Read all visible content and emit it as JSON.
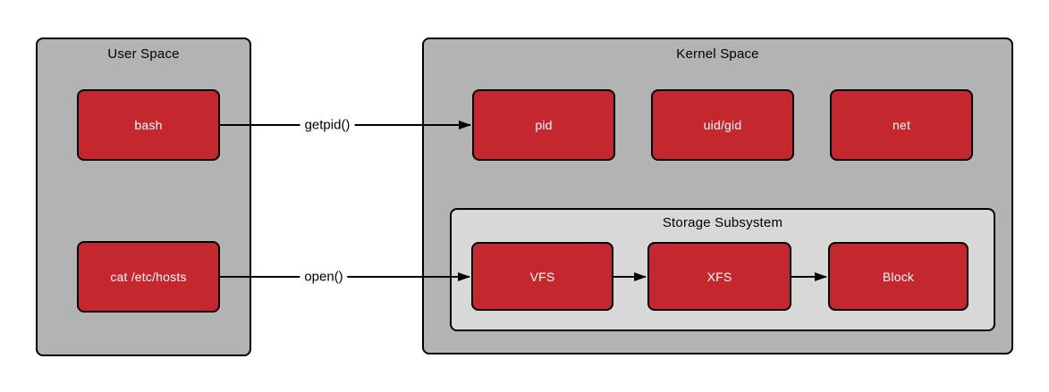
{
  "diagram": {
    "user_space": {
      "title": "User Space",
      "nodes": [
        {
          "label": "bash"
        },
        {
          "label": "cat /etc/hosts"
        }
      ]
    },
    "kernel_space": {
      "title": "Kernel Space",
      "nodes": [
        {
          "label": "pid"
        },
        {
          "label": "uid/gid"
        },
        {
          "label": "net"
        }
      ],
      "storage_subsystem": {
        "title": "Storage Subsystem",
        "nodes": [
          {
            "label": "VFS"
          },
          {
            "label": "XFS"
          },
          {
            "label": "Block"
          }
        ]
      }
    },
    "edges": [
      {
        "from": "bash",
        "to": "pid",
        "label": "getpid()"
      },
      {
        "from": "cat /etc/hosts",
        "to": "VFS",
        "label": "open()"
      },
      {
        "from": "VFS",
        "to": "XFS",
        "label": ""
      },
      {
        "from": "XFS",
        "to": "Block",
        "label": ""
      }
    ],
    "colors": {
      "node_fill": "#c4272e",
      "node_text": "#ffffff",
      "container_fill": "#b3b3b3",
      "subsystem_fill": "#d8d8d8",
      "border": "#000000"
    }
  }
}
